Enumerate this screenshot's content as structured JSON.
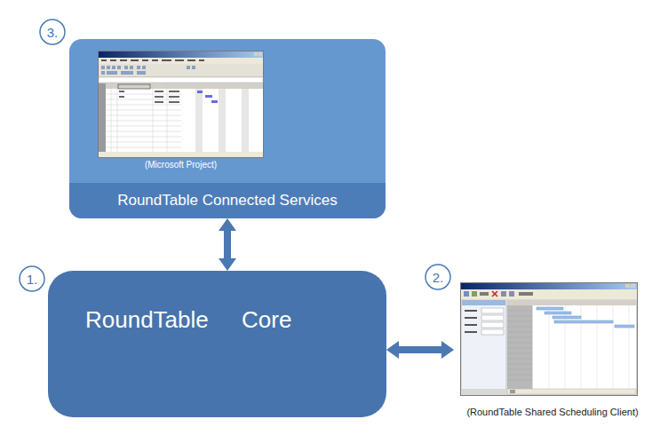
{
  "diagram": {
    "nodes": [
      {
        "text": [
          "(Microsoft Project)"
        ]
      },
      {
        "text": [
          "RoundTable Connected Services"
        ],
        "in": 0
      },
      {
        "text": [
          "RoundTable Core"
        ]
      },
      {
        "text": [
          "(RoundTable Shared Scheduling Client)"
        ]
      }
    ],
    "edges": [
      {
        "from": 1,
        "to": 2,
        "arrow": "both"
      },
      {
        "from": 2,
        "to": 3,
        "arrow": "both"
      }
    ],
    "labels": [
      "3.",
      "1.",
      "2."
    ]
  }
}
